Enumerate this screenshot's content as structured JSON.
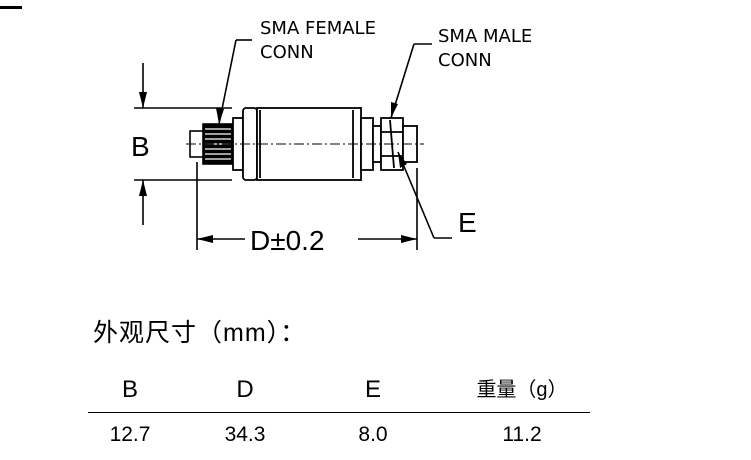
{
  "diagram": {
    "labels": {
      "female_line1": "SMA FEMALE",
      "female_line2": "CONN",
      "male_line1": "SMA MALE",
      "male_line2": "CONN",
      "dim_b": "B",
      "dim_d": "D±0.2",
      "dim_e": "E"
    }
  },
  "dimensions": {
    "title": "外观尺寸（mm）：",
    "headers": [
      "B",
      "D",
      "E",
      "重量（g）"
    ],
    "values": [
      "12.7",
      "34.3",
      "8.0",
      "11.2"
    ]
  }
}
